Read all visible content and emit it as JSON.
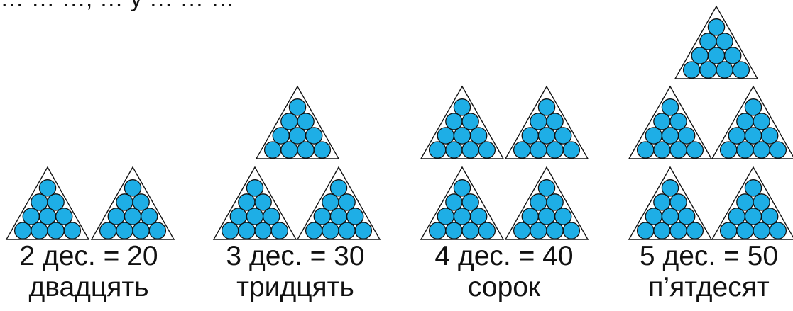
{
  "header_text": "… … …, … у … … …",
  "colors": {
    "ball_fill": "#1eaee6",
    "ball_stroke": "#111111",
    "triangle_stroke": "#111111",
    "background": "#ffffff"
  },
  "groups": [
    {
      "tens": 2,
      "equation": "2 дес. = 20",
      "word": "двадцять"
    },
    {
      "tens": 3,
      "equation": "3 дес. = 30",
      "word": "тридцять"
    },
    {
      "tens": 4,
      "equation": "4 дес. = 40",
      "word": "сорок"
    },
    {
      "tens": 5,
      "equation": "5 дес. = 50",
      "word": "п’ятдесят"
    }
  ],
  "balls_per_triangle": 10,
  "triangle_rows": 4
}
